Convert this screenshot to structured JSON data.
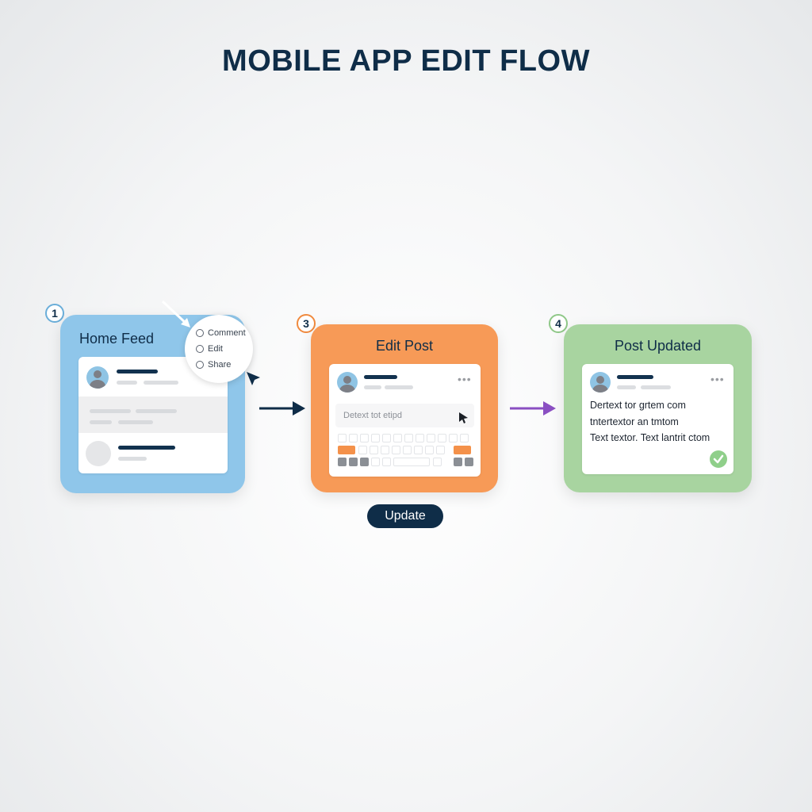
{
  "title": "MOBILE APP EDIT FLOW",
  "steps": [
    {
      "number": "1",
      "title": "Home Feed",
      "color": "#8fc6ea",
      "menu": [
        "Comment",
        "Edit",
        "Share"
      ]
    },
    {
      "number": "3",
      "title": "Edit Post",
      "color": "#f79a57",
      "input_text": "Detext tot etipd",
      "button": "Update"
    },
    {
      "number": "4",
      "title": "Post Updated",
      "color": "#a8d4a0",
      "lines": [
        "Dertext tor grtem com",
        "tntertextor an tmtom",
        "Text textor. Text lantrit ctom"
      ]
    }
  ],
  "colors": {
    "navy": "#0f2d48",
    "purple_arrow": "#8a4fc2",
    "check_green": "#8fcf8a"
  },
  "icons": [
    "avatar-icon",
    "more-dots-icon",
    "cursor-icon",
    "check-icon",
    "arrow-right-icon"
  ]
}
